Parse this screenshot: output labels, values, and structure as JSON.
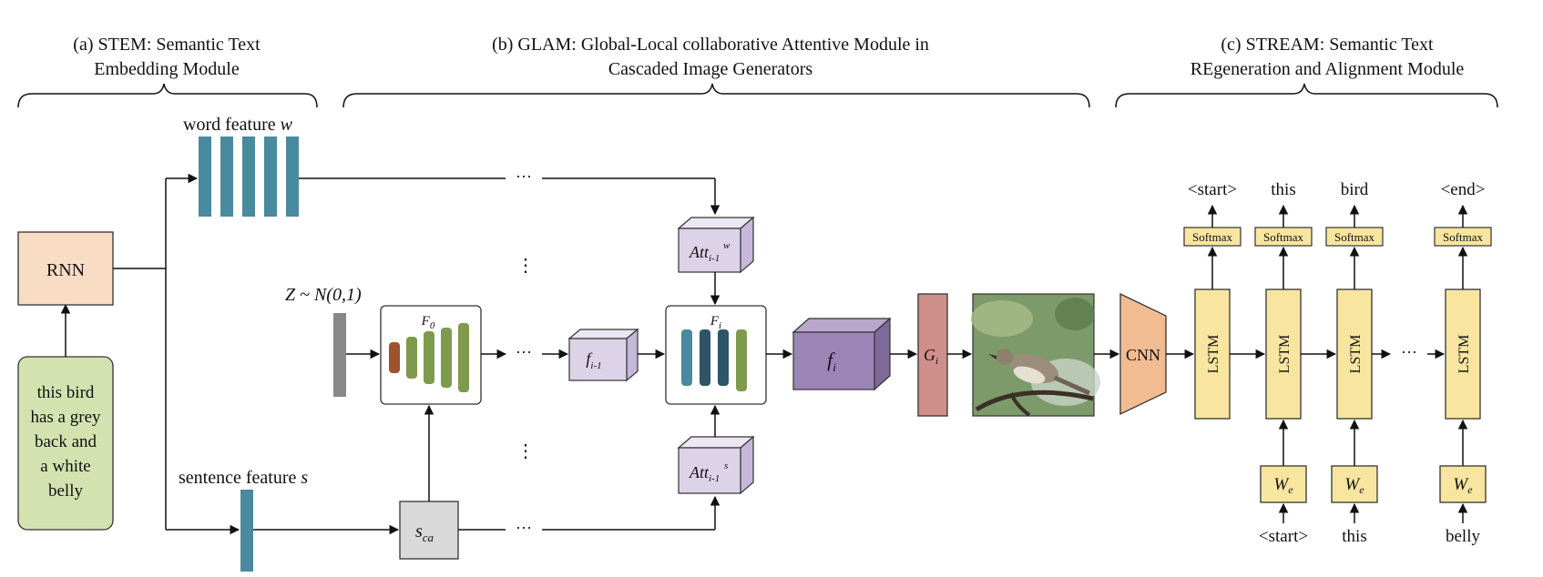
{
  "sections": {
    "stem": {
      "line1": "(a) STEM: Semantic Text",
      "line2": "Embedding Module"
    },
    "glam": {
      "line1": "(b) GLAM: Global-Local collaborative Attentive Module in",
      "line2": "Cascaded Image Generators"
    },
    "stream": {
      "line1": "(c) STREAM: Semantic Text",
      "line2": "REgeneration and Alignment Module"
    }
  },
  "stem": {
    "rnn_label": "RNN",
    "input_text": [
      "this bird",
      "has a grey",
      "back and",
      "a white",
      "belly"
    ],
    "word_feature_label": "word feature ",
    "word_feature_var": "w",
    "sentence_feature_label": "sentence feature ",
    "sentence_feature_var": "s"
  },
  "glam": {
    "noise_label": "Z ~ N(0,1)",
    "f0_label": "F",
    "f0_sub": "0",
    "sca_label": "s",
    "sca_sub": "ca",
    "fi1_label": "f",
    "fi1_sub": "i-1",
    "Fi_label": "F",
    "Fi_sub": "i",
    "att_w_label": "Att",
    "att_w_sub": "i-1",
    "att_w_sup": "w",
    "att_s_label": "Att",
    "att_s_sub": "i-1",
    "att_s_sup": "s",
    "fi_label": "f",
    "fi_sub": "i",
    "Gi_label": "G",
    "Gi_sub": "i",
    "ellipsis": "···",
    "vdots": "⋮"
  },
  "stream": {
    "cnn_label": "CNN",
    "lstm_label": "LSTM",
    "softmax_label": "Softmax",
    "we_label": "W",
    "we_sub": "e",
    "outputs": [
      "<start>",
      "this",
      "bird",
      "<end>"
    ],
    "inputs": [
      "<start>",
      "this",
      "belly"
    ],
    "ellipsis": "···"
  },
  "colors": {
    "rnn_fill": "#f8dcc4",
    "text_box_fill": "#d4e2b0",
    "feature_bar": "#4a8a9e",
    "noise_bar": "#888888",
    "green_bar": "#7e9a4c",
    "brown_bar": "#a0522d",
    "dark_teal_bar": "#2e5566",
    "fi_cube": "#9d84b7",
    "small_cube": "#dcd3e8",
    "gi_fill": "#cf8f8b",
    "cnn_fill": "#f2bc92",
    "lstm_fill": "#f8e6a0",
    "gray_box": "#d9d9d9"
  }
}
